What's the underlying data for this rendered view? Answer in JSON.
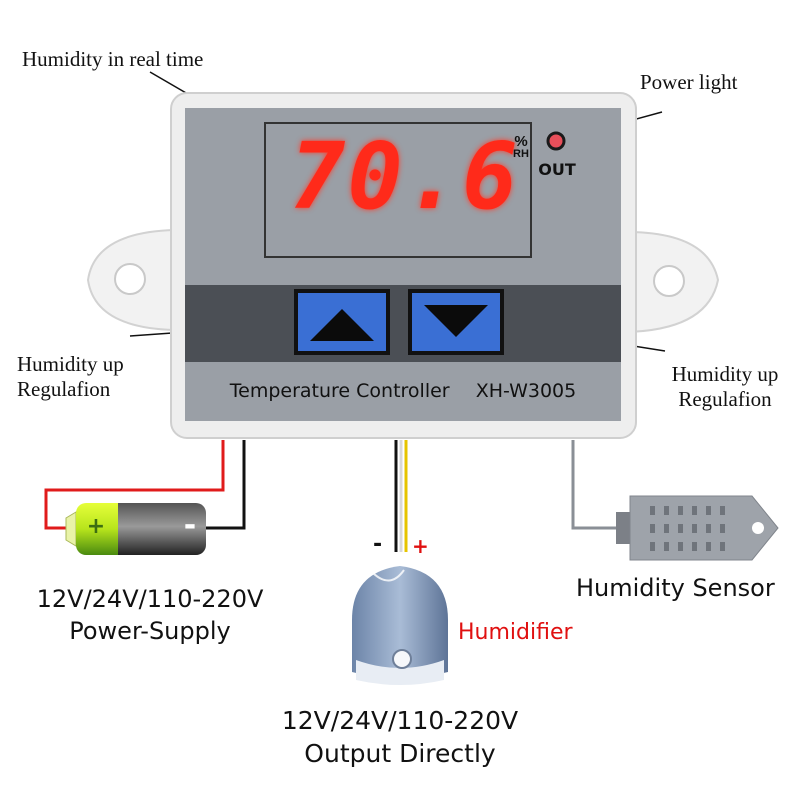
{
  "callouts": {
    "display": "Humidity in real time",
    "power_light": "Power light",
    "up_left_line1": "Humidity up",
    "up_left_line2": "Regulafion",
    "up_right_line1": "Humidity up",
    "up_right_line2": "Regulafion"
  },
  "controller": {
    "reading": "70.6",
    "unit_top": "%",
    "unit_bottom": "RH",
    "out_label": "OUT",
    "name": "Temperature Controller",
    "model": "XH-W3005"
  },
  "power_supply": {
    "voltage": "12V/24V/110-220V",
    "label": "Power-Supply",
    "plus": "+",
    "minus": "-"
  },
  "output": {
    "minus": "-",
    "plus": "+",
    "device": "Humidifier",
    "voltage": "12V/24V/110-220V",
    "label": "Output Directly"
  },
  "sensor": {
    "label": "Humidity Sensor"
  },
  "colors": {
    "panel": "#9a9fa6",
    "button": "#3a6fd4",
    "digits": "#ff2a1a",
    "wire_red": "#e01b1b",
    "humidifier_text": "#e01010"
  }
}
